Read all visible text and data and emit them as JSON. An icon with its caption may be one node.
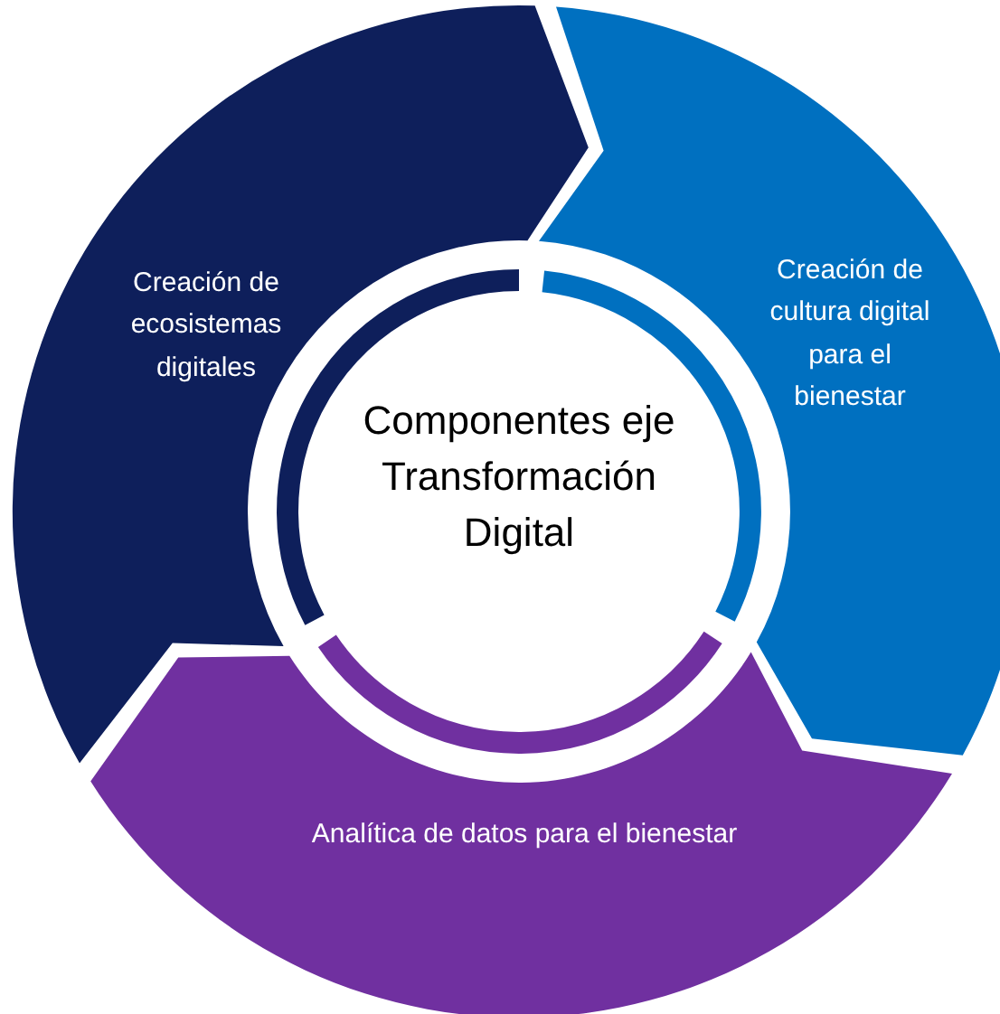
{
  "diagram": {
    "nodes": [
      {
        "text": [
          "Componentes eje Transformación Digital"
        ]
      },
      {
        "text": [
          "Creación de ecosistemas digitales"
        ]
      },
      {
        "text": [
          "Creación de cultura digital para el bienestar"
        ]
      },
      {
        "text": [
          "Analítica de datos para el bienestar"
        ]
      }
    ]
  }
}
